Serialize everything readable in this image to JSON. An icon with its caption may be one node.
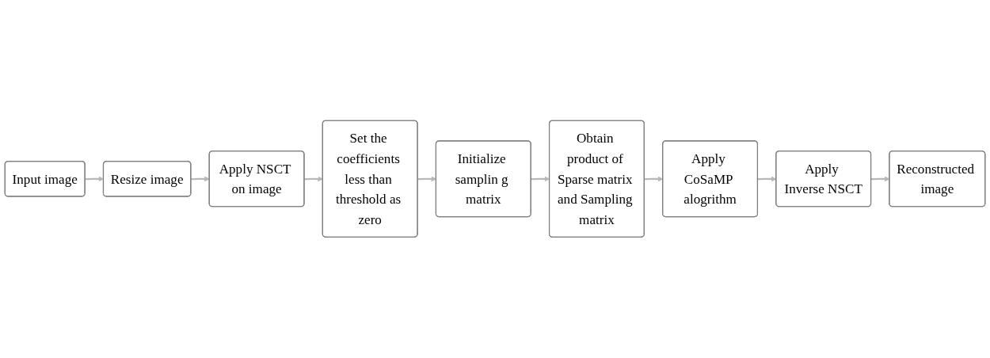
{
  "diagram": {
    "nodes": [
      {
        "text": [
          "Input image"
        ]
      },
      {
        "text": [
          "Resize image"
        ]
      },
      {
        "text": [
          "Apply NSCT on image"
        ]
      },
      {
        "text": [
          "Set the coefficients less than threshold as zero"
        ]
      },
      {
        "text": [
          "Initialize samplin g matrix"
        ]
      },
      {
        "text": [
          "Obtain product of Sparse matrix and Sampling matrix"
        ]
      },
      {
        "text": [
          "Apply CoSaMP alogrithm"
        ]
      },
      {
        "text": [
          "Apply Inverse NSCT"
        ]
      },
      {
        "text": [
          "Reconstructed image"
        ]
      }
    ],
    "edges": [
      {
        "from": 0,
        "to": 1,
        "arrow": "to"
      },
      {
        "from": 1,
        "to": 2,
        "arrow": "to"
      },
      {
        "from": 2,
        "to": 3,
        "arrow": "to"
      },
      {
        "from": 3,
        "to": 4,
        "arrow": "to"
      },
      {
        "from": 4,
        "to": 5,
        "arrow": "to"
      },
      {
        "from": 5,
        "to": 6,
        "arrow": "to"
      },
      {
        "from": 6,
        "to": 7,
        "arrow": "to"
      },
      {
        "from": 7,
        "to": 8,
        "arrow": "to"
      }
    ]
  }
}
